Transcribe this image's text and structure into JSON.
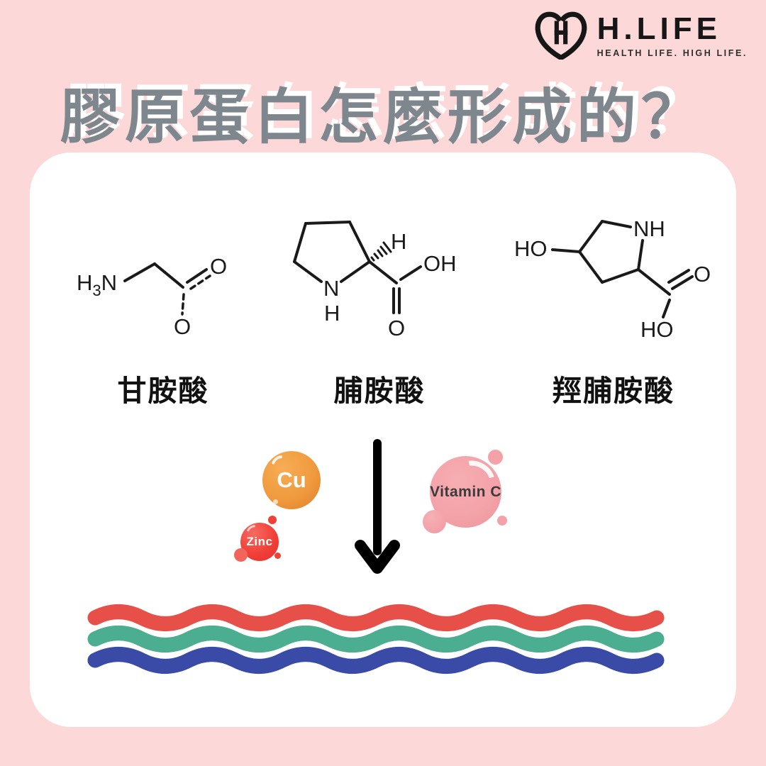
{
  "brand": {
    "name": "H.LIFE",
    "tagline": "HEALTH LIFE. HIGH LIFE.",
    "logo_icon": "heart-h-monogram",
    "color": "#161616"
  },
  "title": {
    "text": "膠原蛋白怎麼形成的？",
    "color": "#7E868E",
    "shadow_color": "#FFFFFF"
  },
  "background_color": "#FCD8D8",
  "card_color": "#FFFFFF",
  "molecules": [
    {
      "label": "甘胺酸",
      "atoms": {
        "h": "H",
        "sub": "3",
        "n": "N",
        "o_top": "O",
        "o_bottom": "O"
      }
    },
    {
      "label": "脯胺酸",
      "atoms": {
        "ring_n": "N",
        "ring_h": "H",
        "stereo_h": "H",
        "oh": "OH",
        "o": "O"
      }
    },
    {
      "label": "羥脯胺酸",
      "atoms": {
        "ho": "HO",
        "nh": "NH",
        "o": "O",
        "ho_acid": "HO"
      }
    }
  ],
  "cofactors": [
    {
      "label": "Cu",
      "color": "#F09A3E",
      "text_color": "#FFFFFF"
    },
    {
      "label": "Zinc",
      "color": "#F14038",
      "text_color": "#FFFFFF"
    },
    {
      "label": "Vitamin C",
      "color": "#F3A2A8",
      "text_color": "#3B3B3B"
    }
  ],
  "arrow": {
    "direction": "down",
    "color": "#000000"
  },
  "collagen_strands": {
    "colors": [
      "#E75048",
      "#4BAE90",
      "#3A4AA7"
    ]
  }
}
